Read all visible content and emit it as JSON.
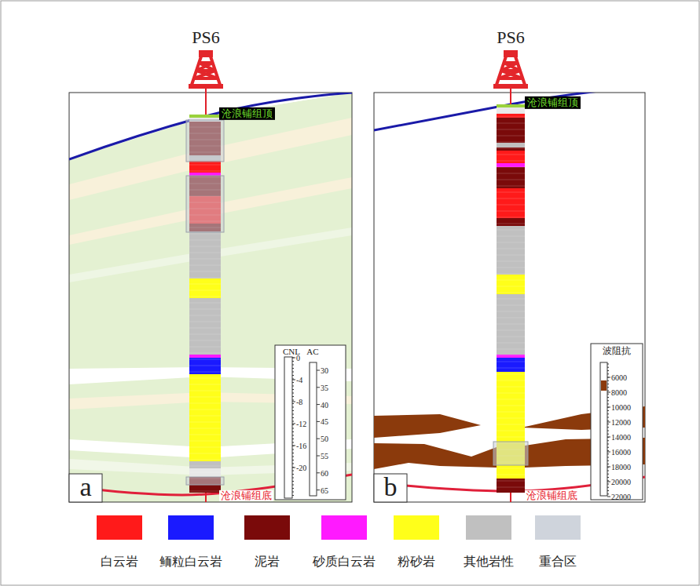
{
  "diagram": {
    "labels": [
      "PS6",
      "沧浪铺组顶",
      "沧浪铺组底",
      "CNL",
      "AC",
      "0",
      "-4",
      "-8",
      "-12",
      "-16",
      "-20",
      "30",
      "35",
      "40",
      "45",
      "50",
      "55",
      "60",
      "65",
      "a",
      "PS6",
      "沧浪铺组顶",
      "沧浪铺组底",
      "波阻抗",
      "6000",
      "8000",
      "10000",
      "12000",
      "14000",
      "16000",
      "18000",
      "20000",
      "22000",
      "b"
    ],
    "legend": [
      {
        "text": "白云岩",
        "color": "#ff1a1a"
      },
      {
        "text": "鲕粒白云岩",
        "color": "#1a1aff"
      },
      {
        "text": "泥岩",
        "color": "#7a0a0a"
      },
      {
        "text": "砂质白云岩",
        "color": "#ff1aff"
      },
      {
        "text": "粉砂岩",
        "color": "#ffff1a"
      },
      {
        "text": "其他岩性",
        "color": "#c0c0c0"
      },
      {
        "text": "重合区",
        "color": "#cfd4dc"
      }
    ]
  }
}
